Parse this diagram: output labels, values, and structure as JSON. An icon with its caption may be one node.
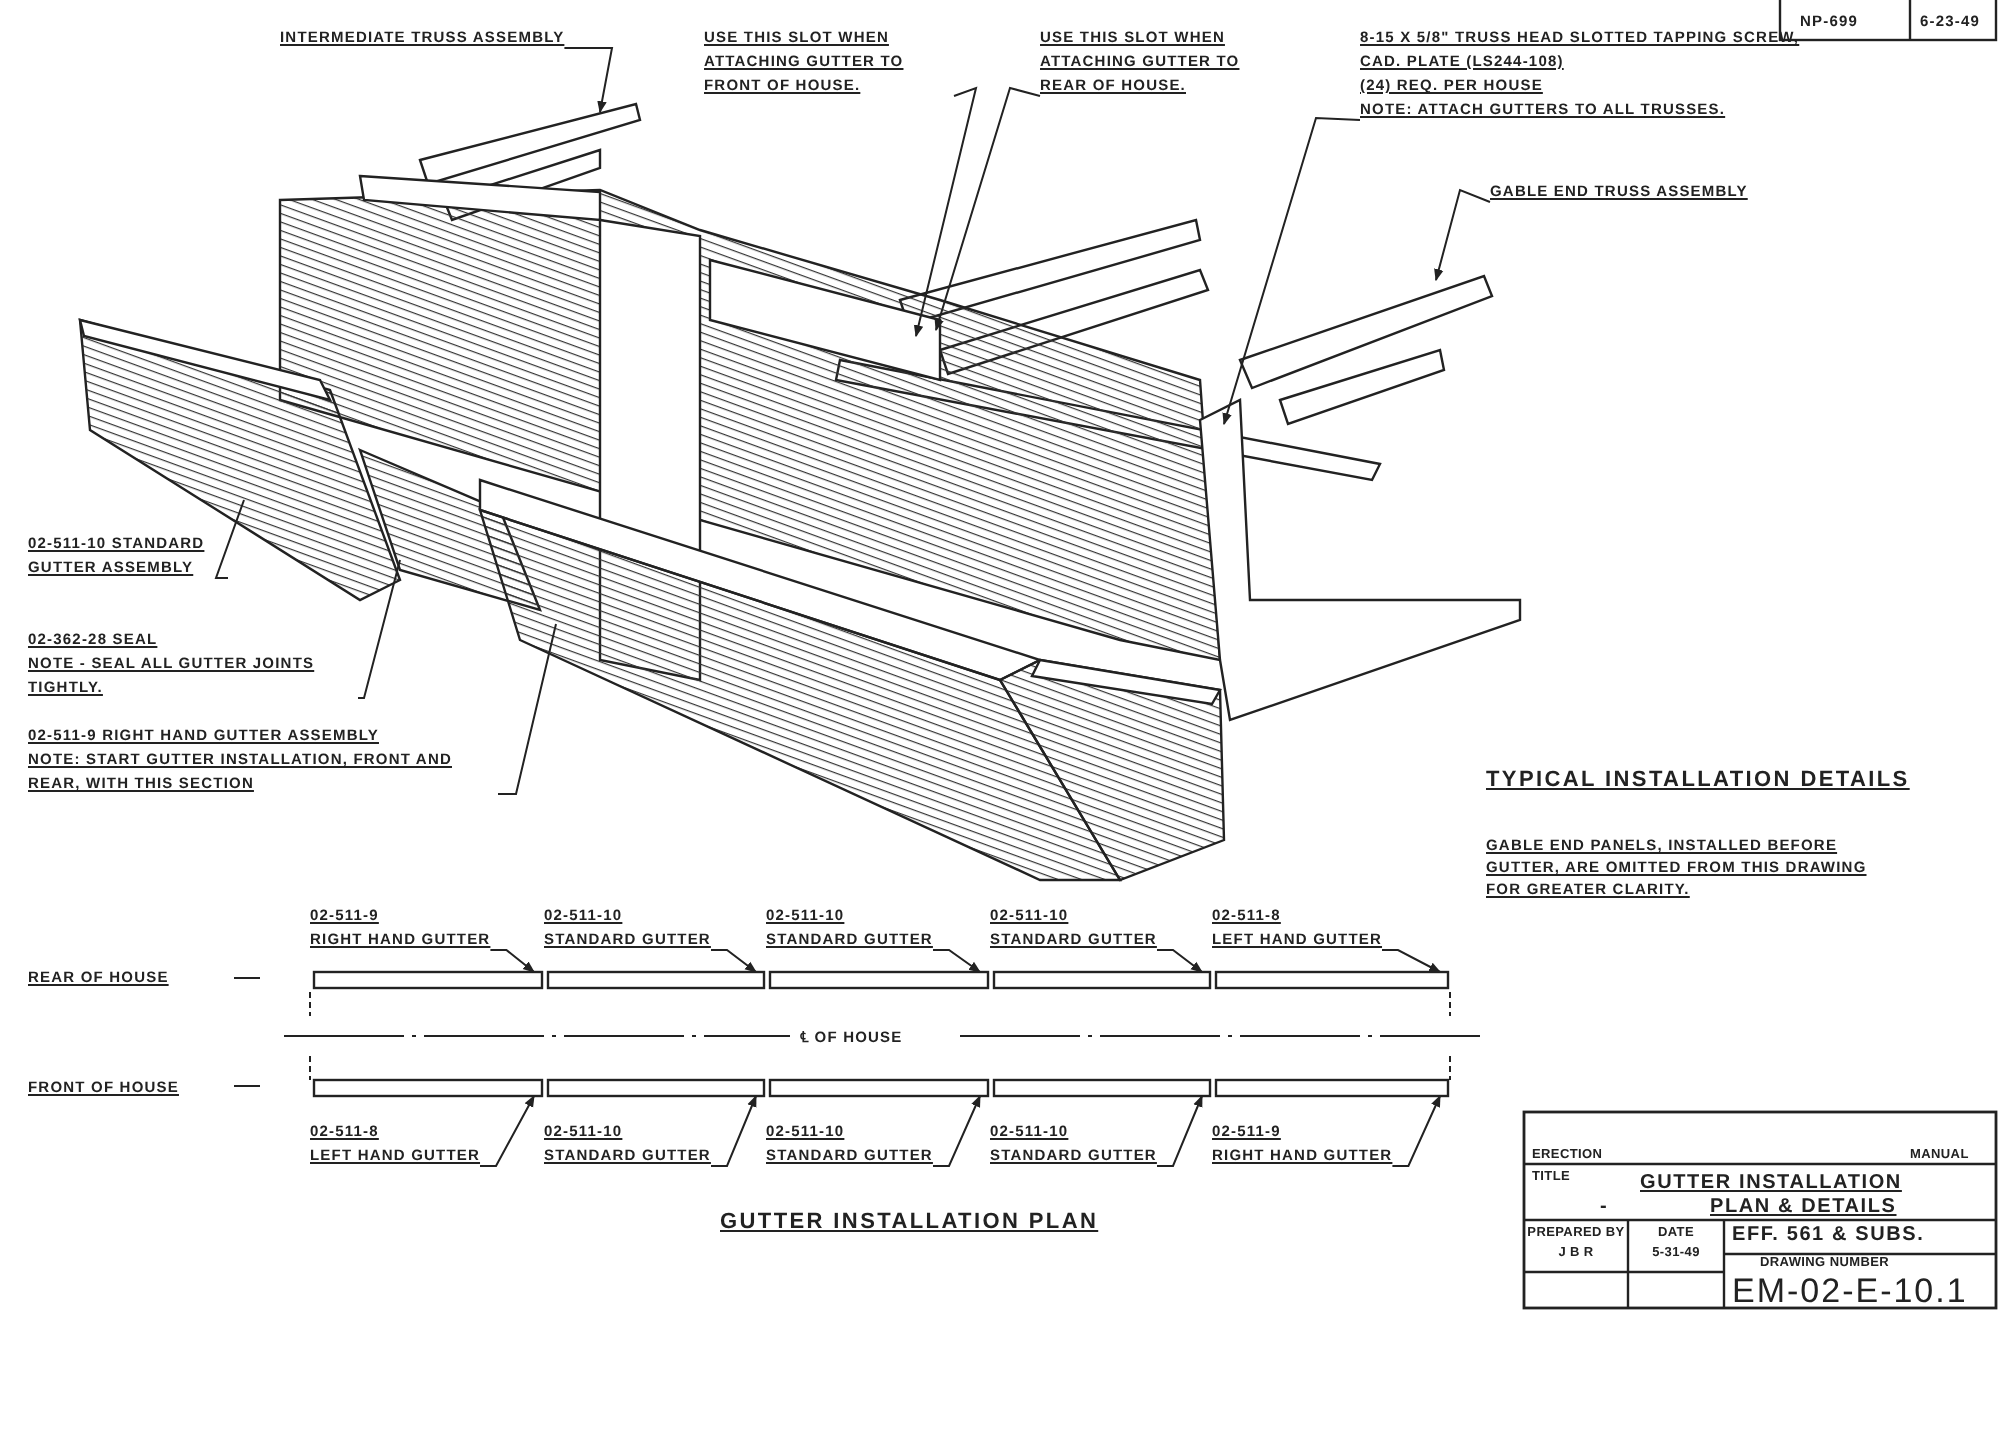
{
  "diagram": {
    "title": "TYPICAL INSTALLATION DETAILS",
    "caption": "GUTTER INSTALLATION PLAN",
    "nodes": [
      {
        "text": [
          "INTERMEDIATE TRUSS ASSEMBLY"
        ]
      },
      {
        "text": [
          "USE THIS SLOT WHEN ATTACHING GUTTER TO FRONT OF HOUSE."
        ]
      },
      {
        "text": [
          "USE THIS SLOT WHEN ATTACHING GUTTER TO REAR OF HOUSE."
        ]
      },
      {
        "text": [
          "8-15 X 5/8\" TRUSS HEAD SLOTTED TAPPING SCREW, CAD. PLATE (LS244-108)",
          "(24) REQ. PER HOUSE",
          "NOTE: ATTACH GUTTERS TO ALL TRUSSES."
        ]
      },
      {
        "text": [
          "GABLE END TRUSS ASSEMBLY"
        ]
      },
      {
        "text": [
          "02-511-10 STANDARD GUTTER ASSEMBLY"
        ]
      },
      {
        "text": [
          "02-362-28 SEAL",
          "NOTE - SEAL ALL GUTTER JOINTS TIGHTLY."
        ]
      },
      {
        "text": [
          "02-511-9 RIGHT HAND GUTTER ASSEMBLY",
          "NOTE: START GUTTER INSTALLATION, FRONT AND REAR, WITH THIS SECTION"
        ]
      },
      {
        "text": [
          "02-511-9",
          "RIGHT HAND GUTTER"
        ]
      },
      {
        "text": [
          "02-511-10",
          "STANDARD GUTTER"
        ]
      },
      {
        "text": [
          "02-511-10",
          "STANDARD GUTTER"
        ]
      },
      {
        "text": [
          "02-511-10",
          "STANDARD GUTTER"
        ]
      },
      {
        "text": [
          "02-511-8",
          "LEFT HAND GUTTER"
        ]
      },
      {
        "text": [
          "02-511-8",
          "LEFT HAND GUTTER"
        ]
      },
      {
        "text": [
          "02-511-10",
          "STANDARD GUTTER"
        ]
      },
      {
        "text": [
          "02-511-10",
          "STANDARD GUTTER"
        ]
      },
      {
        "text": [
          "02-511-10",
          "STANDARD GUTTER"
        ]
      },
      {
        "text": [
          "02-511-9",
          "RIGHT HAND GUTTER"
        ]
      },
      {
        "text": [],
        "shape": "bar"
      },
      {
        "text": [],
        "shape": "bar"
      },
      {
        "text": [],
        "shape": "bar"
      },
      {
        "text": [],
        "shape": "bar"
      },
      {
        "text": [],
        "shape": "bar"
      },
      {
        "text": [],
        "shape": "bar"
      },
      {
        "text": [],
        "shape": "bar"
      },
      {
        "text": [],
        "shape": "bar"
      },
      {
        "text": [],
        "shape": "bar"
      },
      {
        "text": [],
        "shape": "bar"
      }
    ],
    "edges": [
      {
        "from": 0,
        "to": null,
        "arrow": "to"
      },
      {
        "from": 1,
        "to": null,
        "arrow": "to"
      },
      {
        "from": 2,
        "to": null,
        "arrow": "to"
      },
      {
        "from": 3,
        "to": null,
        "arrow": "to"
      },
      {
        "from": 4,
        "to": null,
        "arrow": "to"
      },
      {
        "from": 5,
        "to": null,
        "arrow": "none"
      },
      {
        "from": 6,
        "to": null,
        "arrow": "none"
      },
      {
        "from": 7,
        "to": null,
        "arrow": "none"
      },
      {
        "from": 8,
        "to": 18,
        "arrow": "to"
      },
      {
        "from": 9,
        "to": 19,
        "arrow": "to"
      },
      {
        "from": 10,
        "to": 20,
        "arrow": "to"
      },
      {
        "from": 11,
        "to": 21,
        "arrow": "to"
      },
      {
        "from": 12,
        "to": 22,
        "arrow": "to"
      },
      {
        "from": 13,
        "to": 23,
        "arrow": "to"
      },
      {
        "from": 14,
        "to": 24,
        "arrow": "to"
      },
      {
        "from": 15,
        "to": 25,
        "arrow": "to"
      },
      {
        "from": 16,
        "to": 26,
        "arrow": "to"
      },
      {
        "from": 17,
        "to": 27,
        "arrow": "to"
      }
    ],
    "labels": [
      "NP-699",
      "6-23-49",
      "GABLE END PANELS, INSTALLED BEFORE GUTTER, ARE OMITTED FROM THIS DRAWING FOR GREATER CLARITY.",
      "REAR OF HOUSE",
      "℄ OF HOUSE",
      "FRONT OF HOUSE",
      "ERECTION",
      "MANUAL",
      "TITLE",
      "GUTTER INSTALLATION",
      "-",
      "PLAN & DETAILS",
      "PREPARED BY",
      "J B R",
      "DATE",
      "5-31-49",
      "EFF. 561 & SUBS.",
      "DRAWING NUMBER",
      "EM-02-E-10.1"
    ]
  }
}
